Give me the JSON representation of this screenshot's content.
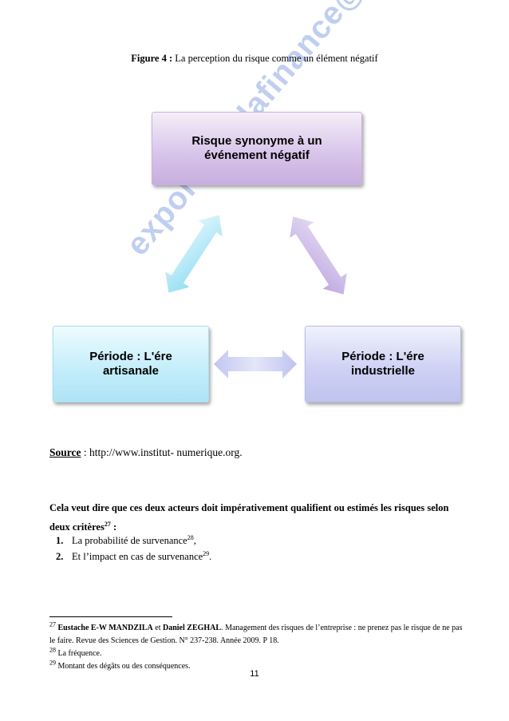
{
  "figure": {
    "label": "Figure 4 :",
    "title": "La perception du risque comme un élément négatif"
  },
  "diagram": {
    "top_box": {
      "line1": "Risque synonyme à un",
      "line2": "événement négatif"
    },
    "left_box": {
      "line1": "Période : L'ére",
      "line2": "artisanale"
    },
    "right_box": {
      "line1": "Période : L'ére",
      "line2": "industrielle"
    },
    "colors": {
      "top": "#d9c6ea",
      "left": "#c5eefb",
      "right": "#cfd2f4",
      "arrow_left": "#9fe3f5",
      "arrow_right": "#c9b6e6",
      "arrow_bottom": "#b9bdee"
    }
  },
  "watermark": "exporterdelafinance@gmail.com",
  "source": {
    "label": "Source",
    "text": " : http://www.institut- numerique.org."
  },
  "paragraph": {
    "line1": "Cela veut dire que ces deux acteurs doit impérativement qualifient ou estimés les risques selon",
    "line2": "deux critères",
    "line2_sup": "27",
    "line2_end": " :"
  },
  "list": [
    {
      "num": "1.",
      "text": "La probabilité de survenance",
      "sup": "28",
      "end": ","
    },
    {
      "num": "2.",
      "text": "Et l’impact en cas de survenance",
      "sup": "29",
      "end": "."
    }
  ],
  "footnotes": [
    {
      "sup": "27",
      "bold1": "Eustache E-W  MANDZILA",
      "mid": " et ",
      "bold2": "Daniel ZEGHAL",
      "rest": ". Management des risques de l’entreprise : ne prenez pas le risque de ne pas le faire. Revue des Sciences de Gestion. N° 237-238.  Année 2009. P 18."
    },
    {
      "sup": "28",
      "text": " La fréquence."
    },
    {
      "sup": "29",
      "text": " Montant des dégâts ou des conséquences."
    }
  ],
  "page_number": "11"
}
